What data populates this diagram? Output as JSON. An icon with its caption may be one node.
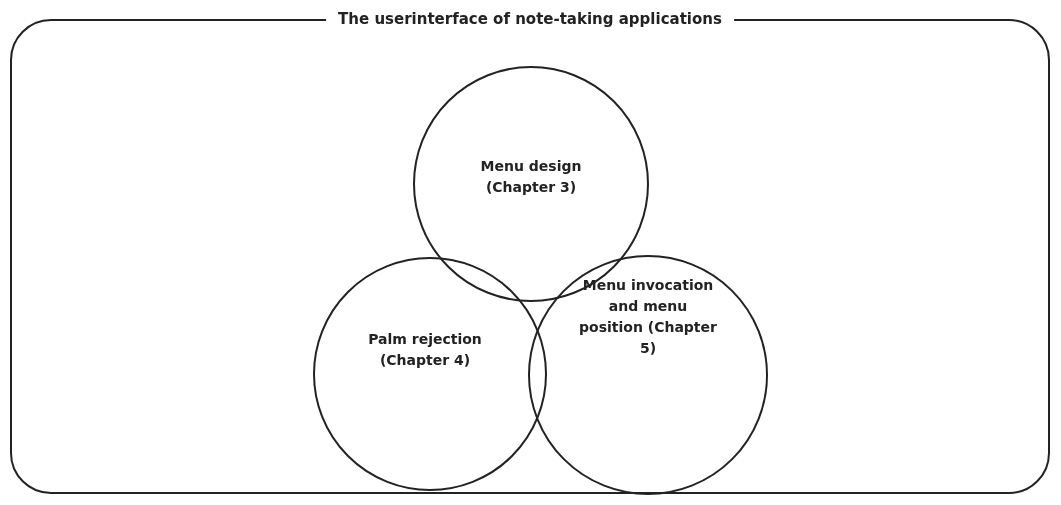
{
  "diagram": {
    "nodes": [
      {
        "text": [
          "The userinterface of note-taking applications"
        ]
      },
      {
        "text": [
          "Menu design (Chapter 3)"
        ],
        "in": 0
      },
      {
        "text": [
          "Palm rejection (Chapter 4)"
        ],
        "in": 0
      },
      {
        "text": [
          "Menu invocation and menu position (Chapter 5)"
        ],
        "in": 0
      }
    ],
    "edges": []
  }
}
